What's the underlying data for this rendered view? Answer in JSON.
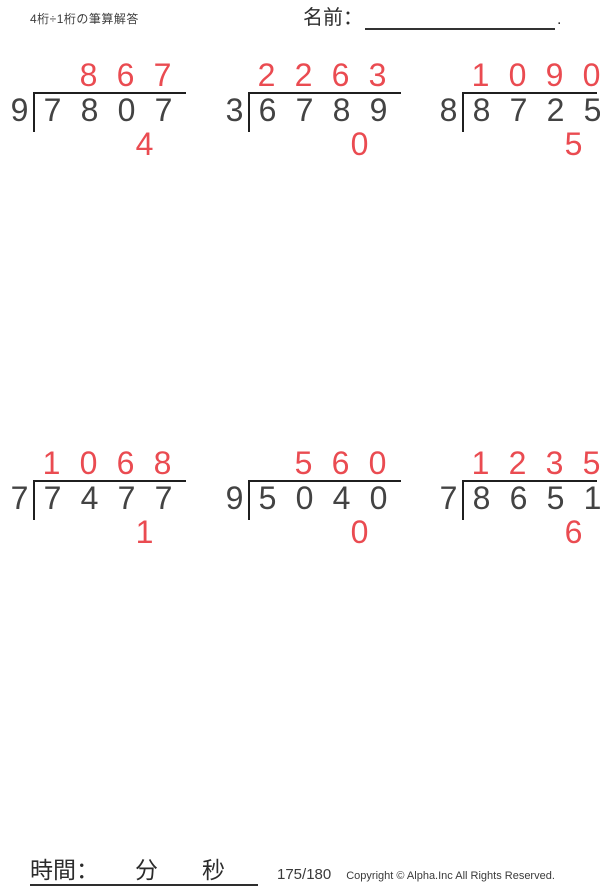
{
  "page": {
    "title": "4桁÷1桁の筆算解答",
    "name_label": "名前：",
    "name_line_period": ".",
    "time_label": "時間：",
    "minutes_label": "分",
    "seconds_label": "秒",
    "page_number": "175/180",
    "copyright": "Copyright © Alpha.Inc All Rights Reserved."
  },
  "colors": {
    "answer_red": "#ea4b51",
    "digit_gray": "#434343",
    "bracket_black": "#1f1f1f"
  },
  "problems": [
    {
      "divisor": "9",
      "dividend": [
        "7",
        "8",
        "0",
        "7"
      ],
      "quotient": [
        "",
        "8",
        "6",
        "7"
      ],
      "remainder": "4"
    },
    {
      "divisor": "3",
      "dividend": [
        "6",
        "7",
        "8",
        "9"
      ],
      "quotient": [
        "2",
        "2",
        "6",
        "3"
      ],
      "remainder": "0"
    },
    {
      "divisor": "8",
      "dividend": [
        "8",
        "7",
        "2",
        "5"
      ],
      "quotient": [
        "1",
        "0",
        "9",
        "0"
      ],
      "remainder": "5"
    },
    {
      "divisor": "7",
      "dividend": [
        "7",
        "4",
        "7",
        "7"
      ],
      "quotient": [
        "1",
        "0",
        "6",
        "8"
      ],
      "remainder": "1"
    },
    {
      "divisor": "9",
      "dividend": [
        "5",
        "0",
        "4",
        "0"
      ],
      "quotient": [
        "",
        "5",
        "6",
        "0"
      ],
      "remainder": "0"
    },
    {
      "divisor": "7",
      "dividend": [
        "8",
        "6",
        "5",
        "1"
      ],
      "quotient": [
        "1",
        "2",
        "3",
        "5"
      ],
      "remainder": "6"
    }
  ]
}
